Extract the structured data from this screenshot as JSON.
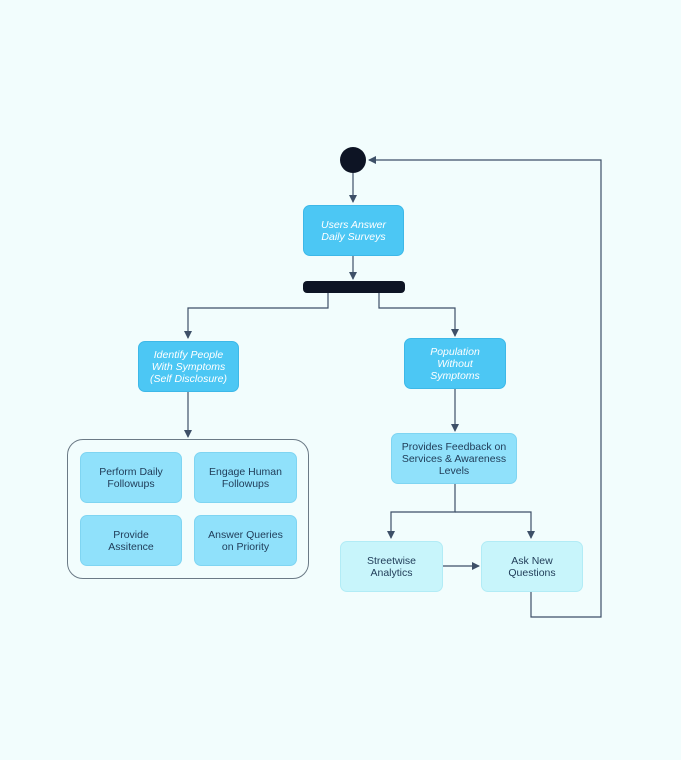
{
  "diagram": {
    "nodes": {
      "users_answer": "Users Answer\nDaily Surveys",
      "identify_people": "Identify People\nWith Symptoms\n(Self Disclosure)",
      "population_without": "Population\nWithout\nSymptoms",
      "perform_daily": "Perform Daily\nFollowups",
      "engage_human": "Engage Human\nFollowups",
      "provide_assitence": "Provide\nAssitence",
      "answer_queries": "Answer Queries\non Priority",
      "provides_feedback": "Provides Feedback on\nServices & Awareness\nLevels",
      "streetwise_analytics": "Streetwise\nAnalytics",
      "ask_new_questions": "Ask New\nQuestions"
    },
    "colors": {
      "background": "#f2fdfd",
      "edge": "#3e5068",
      "start_fill": "#0d1424",
      "fork_fill": "#0d1424",
      "node_dark": "#4cc7f4",
      "node_mid": "#90e1fb",
      "node_light": "#c8f5fb",
      "group_border": "#6b7a86"
    }
  }
}
